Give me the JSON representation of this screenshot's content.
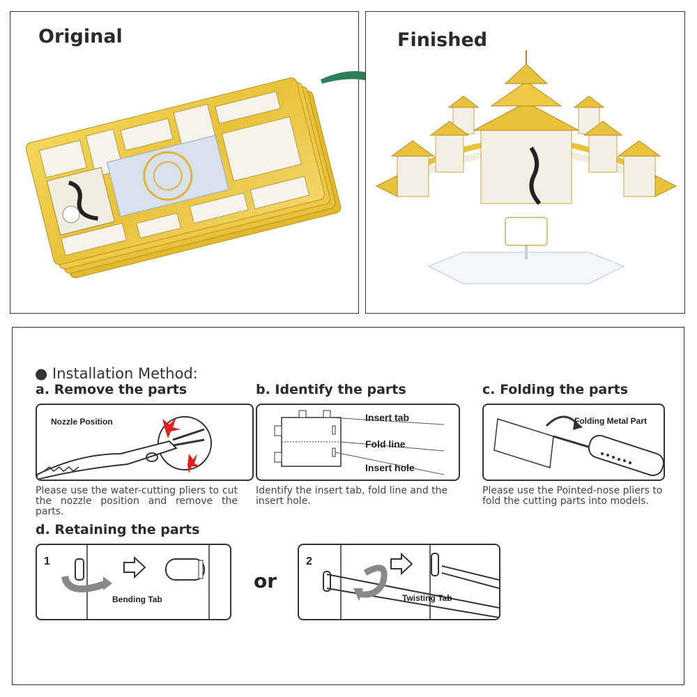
{
  "top": {
    "original_title": "Original",
    "finished_title": "Finished"
  },
  "installation": {
    "method_title": "Installation Method:",
    "steps": {
      "a": {
        "title": "a. Remove the parts",
        "label": "Nozzle Position",
        "desc": "Please use the water-cutting pliers to cut the nozzle position and remove the parts."
      },
      "b": {
        "title": "b. Identify the parts",
        "insert_tab": "Insert tab",
        "fold_line": "Fold line",
        "insert_hole": "Insert hole",
        "desc": "Identify the insert tab, fold line and the insert hole."
      },
      "c": {
        "title": "c. Folding the parts",
        "label": "Folding Metal Part",
        "desc": "Please use the Pointed-nose pliers to fold the cutting parts into models."
      },
      "d": {
        "title": "d. Retaining the parts",
        "num1": "1",
        "bending": "Bending Tab",
        "or": "or",
        "num2": "2",
        "twisting": "Twisting Tab"
      }
    }
  },
  "colors": {
    "arrow_green": "#2e7d5b",
    "gold": "#e6c23a",
    "red_mark": "#e02020",
    "border": "#333333"
  }
}
